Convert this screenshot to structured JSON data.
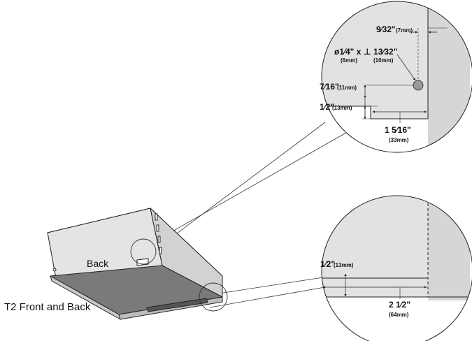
{
  "labels": {
    "caption": "T2  Front and Back",
    "back": "Back"
  },
  "detail_top": {
    "offset_7_32": "9⁄32\"",
    "offset_7_32_mm": "(7mm)",
    "hole_spec": "ø1⁄4\" x ⊥ 13⁄32\"",
    "hole_dia_mm": "(6mm)",
    "hole_depth_mm": "(10mm)",
    "height_7_16": "7⁄16\"",
    "height_7_16_mm": "(11mm)",
    "height_1_2": "1⁄2\"",
    "height_1_2_mm": "(13mm)",
    "width_1_5_16": "1 5⁄16\"",
    "width_1_5_16_mm": "(33mm)"
  },
  "detail_bottom": {
    "height_1_2": "1⁄2\"",
    "height_1_2_mm": "(13mm)",
    "width_2_1_2": "2 1⁄2\"",
    "width_2_1_2_mm": "(64mm)"
  },
  "colors": {
    "panel": "#e2e2e2",
    "panel_dark": "#cfcfcf",
    "bottom_panel": "#7a7a7a",
    "line": "#222222"
  }
}
